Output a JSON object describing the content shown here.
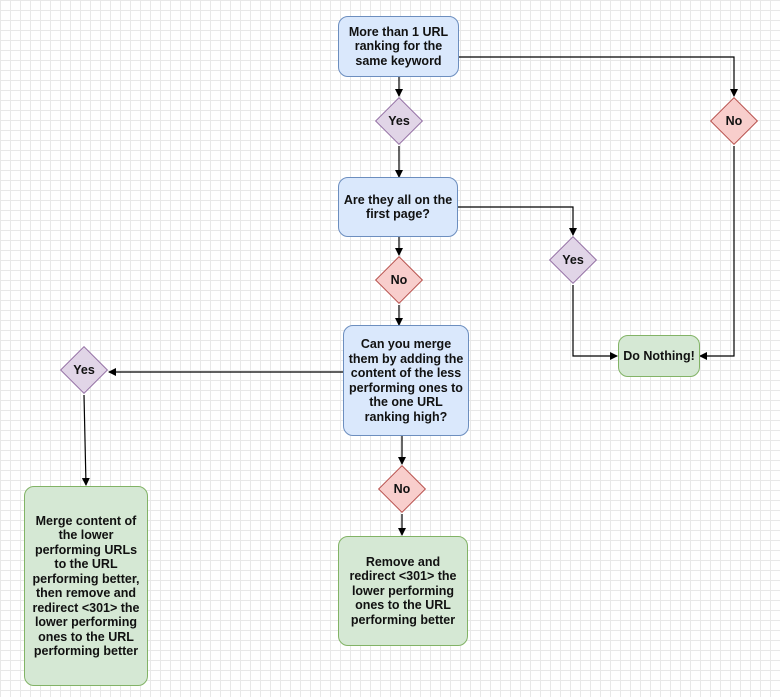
{
  "nodes": {
    "q1": "More than 1 URL ranking for the same keyword",
    "q2": "Are they all on the first page?",
    "q3": "Can you merge them by adding the content of the less performing ones to the one URL ranking high?",
    "do_nothing": "Do Nothing!",
    "merge_action": "Merge content of the lower performing URLs to the URL performing better, then remove and redirect <301> the lower performing ones to the URL performing better",
    "redirect_action": "Remove and redirect <301> the lower performing ones to the URL performing better"
  },
  "decisions": {
    "q1_yes": "Yes",
    "q1_no": "No",
    "q2_no": "No",
    "q2_yes": "Yes",
    "q3_yes": "Yes",
    "q3_no": "No"
  },
  "colors": {
    "process_fill": "#dae8fc",
    "process_border": "#6c8ebf",
    "end_fill": "#d5e8d4",
    "end_border": "#82b366",
    "yes_fill": "#e1d5e7",
    "yes_border": "#9673a6",
    "no_fill": "#f8cecc",
    "no_border": "#b85450"
  }
}
